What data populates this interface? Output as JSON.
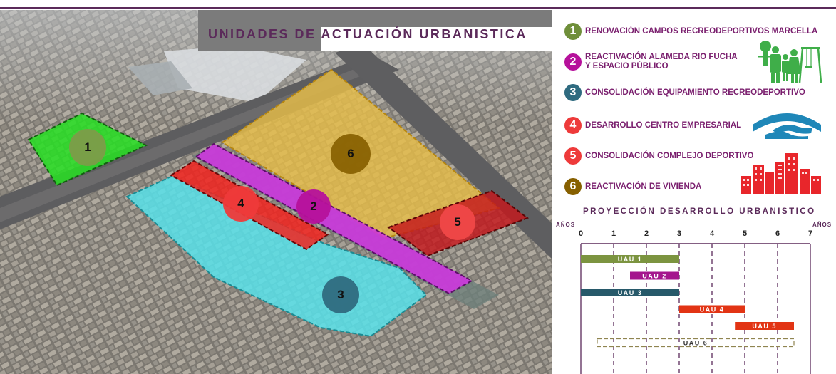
{
  "title": {
    "part1": "UNIDADES DE ",
    "part2": "ACTUACIÓN URBANISTICA"
  },
  "zones": [
    {
      "id": "1",
      "color": "#7f9a4a"
    },
    {
      "id": "2",
      "color": "#b6119b"
    },
    {
      "id": "3",
      "color": "#2f6b80"
    },
    {
      "id": "4",
      "color": "#ee3a3a"
    },
    {
      "id": "5",
      "color": "#f04848"
    },
    {
      "id": "6",
      "color": "#876000"
    }
  ],
  "legend": [
    {
      "num": "1",
      "color": "#6f8f3a",
      "lines": [
        "RENOVACIÓN CAMPOS RECREODEPORTIVOS MARCELLA"
      ]
    },
    {
      "num": "2",
      "color": "#b6119b",
      "lines": [
        "REACTIVACIÓN ALAMEDA RIO FUCHA",
        "Y ESPACIO PÚBLICO"
      ]
    },
    {
      "num": "3",
      "color": "#2f6b80",
      "lines": [
        "CONSOLIDACIÓN EQUIPAMIENTO RECREODEPORTIVO"
      ]
    },
    {
      "num": "4",
      "color": "#ee3a3a",
      "lines": [
        "DESARROLLO CENTRO EMPRESARIAL"
      ]
    },
    {
      "num": "5",
      "color": "#ee3a3a",
      "lines": [
        "CONSOLIDACIÓN COMPLEJO DEPORTIVO"
      ]
    },
    {
      "num": "6",
      "color": "#876000",
      "lines": [
        "REACTIVACIÓN DE VIVIENDA"
      ]
    }
  ],
  "icons": {
    "family": "family-park-icon",
    "river": "river-bridge-icon",
    "buildings": "city-buildings-icon",
    "green": "#3fae49",
    "blue": "#1f87b8",
    "red": "#e8262b"
  },
  "chart_data": {
    "type": "gantt",
    "title": "PROYECCIÓN DESARROLLO URBANISTICO",
    "axis_label_left": "AÑOS",
    "axis_label_right": "AÑOS",
    "ticks": [
      "0",
      "1",
      "2",
      "3",
      "4",
      "5",
      "6",
      "7"
    ],
    "xlim": [
      0,
      7
    ],
    "tasks": [
      {
        "name": "UAU 1",
        "start": 0,
        "end": 3,
        "color": "#7c9440",
        "style": "solid"
      },
      {
        "name": "UAU 2",
        "start": 1.5,
        "end": 3,
        "color": "#a4168d",
        "style": "solid"
      },
      {
        "name": "UAU 3",
        "start": 0,
        "end": 3,
        "color": "#27596a",
        "style": "solid"
      },
      {
        "name": "UAU 4",
        "start": 3,
        "end": 5,
        "color": "#e23414",
        "style": "solid"
      },
      {
        "name": "UAU 5",
        "start": 4.7,
        "end": 6.5,
        "color": "#e23414",
        "style": "solid"
      },
      {
        "name": "UAU 6",
        "start": 0.5,
        "end": 6.5,
        "color": "#8f8450",
        "style": "dashed"
      }
    ]
  }
}
